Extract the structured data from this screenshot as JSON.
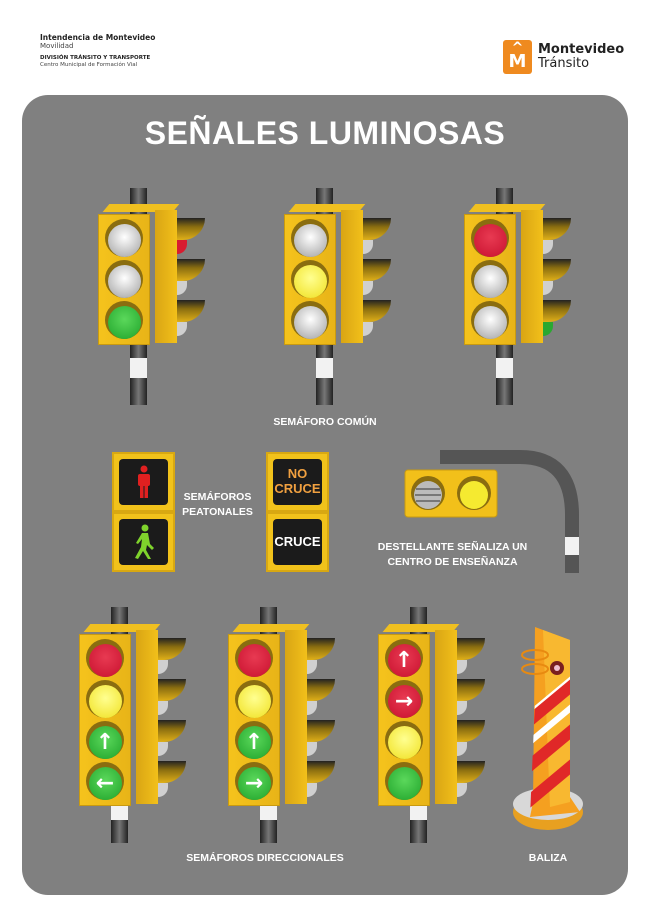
{
  "header": {
    "org": "Intendencia de Montevideo",
    "dept": "Movilidad",
    "division": "DIVISIÓN TRÁNSITO Y TRANSPORTE",
    "center": "Centro Municipal de Formación Vial",
    "logo_line1": "Montevideo",
    "logo_line2": "Tránsito",
    "logo_letter": "M"
  },
  "title": "SEÑALES LUMINOSAS",
  "common": {
    "label": "SEMÁFORO COMÚN",
    "signals": [
      {
        "lamps": [
          "off",
          "off",
          "green"
        ],
        "side_lit": "red"
      },
      {
        "lamps": [
          "off",
          "yellow",
          "off"
        ],
        "side_lit": "none"
      },
      {
        "lamps": [
          "red",
          "off",
          "off"
        ],
        "side_lit": "green"
      }
    ]
  },
  "pedestrian": {
    "label_line1": "SEMÁFOROS",
    "label_line2": "PEATONALES",
    "no_cruce_line1": "NO",
    "no_cruce_line2": "CRUCE",
    "cruce": "CRUCE"
  },
  "flasher": {
    "label_line1": "DESTELLANTE SEÑALIZA UN",
    "label_line2": "CENTRO DE ENSEÑANZA"
  },
  "directional": {
    "label": "SEMÁFOROS DIRECCIONALES",
    "signals": [
      {
        "lamps": [
          {
            "color": "red",
            "arrow": ""
          },
          {
            "color": "yellow",
            "arrow": ""
          },
          {
            "color": "green",
            "arrow": "↑"
          },
          {
            "color": "green",
            "arrow": "←"
          }
        ]
      },
      {
        "lamps": [
          {
            "color": "red",
            "arrow": ""
          },
          {
            "color": "yellow",
            "arrow": ""
          },
          {
            "color": "green",
            "arrow": "↑"
          },
          {
            "color": "green",
            "arrow": "→"
          }
        ]
      },
      {
        "lamps": [
          {
            "color": "red",
            "arrow": "↑"
          },
          {
            "color": "red",
            "arrow": "→"
          },
          {
            "color": "yellow",
            "arrow": ""
          },
          {
            "color": "green",
            "arrow": ""
          }
        ]
      }
    ]
  },
  "baliza": {
    "label": "BALIZA"
  },
  "colors": {
    "panel": "#808080",
    "housing": "#f5c31c",
    "red": "#c8102e",
    "yellow": "#f0e020",
    "green": "#1fa32a",
    "orange": "#ef8a1f"
  }
}
